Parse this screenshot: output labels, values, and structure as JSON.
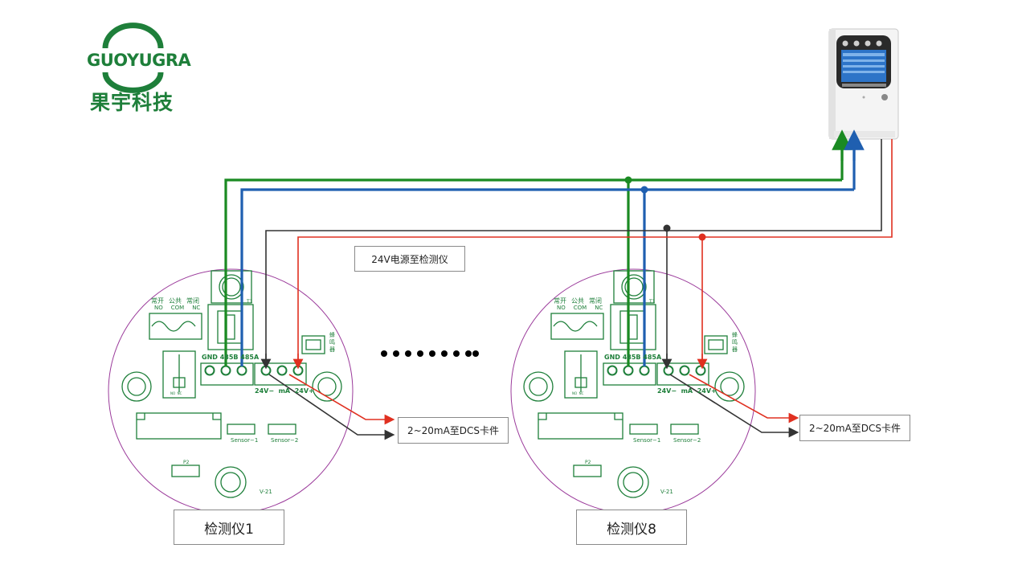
{
  "brand": {
    "latin": "GUOYUGRA",
    "chinese": "果宇科技",
    "color": "#1e7f3a"
  },
  "labels": {
    "power_note": "24V电源至检测仪",
    "dcs_1": "2~20mA至DCS卡件",
    "dcs_2": "2~20mA至DCS卡件",
    "detector_1": "检测仪1",
    "detector_8": "检测仪8"
  },
  "board": {
    "relay_cn": [
      "常开",
      "公共",
      "常闭"
    ],
    "relay_en": [
      "NO",
      "COM",
      "NC"
    ],
    "comm_terminals": "GND 485B 485A",
    "power_terminals": "24V−  mA  24V+",
    "buzzer": "蜂鸣器",
    "sensor_1": "Sensor−1",
    "sensor_2": "Sensor−2",
    "version": "V-21",
    "p2": "P2",
    "t1": "T1",
    "nonc": "NO  NC"
  },
  "wire_colors": {
    "green": "#1a8a22",
    "blue": "#1f5fb0",
    "black": "#333333",
    "red": "#e03020",
    "board_green": "#1e7f3a",
    "outline_purple": "#9b3b9b"
  }
}
